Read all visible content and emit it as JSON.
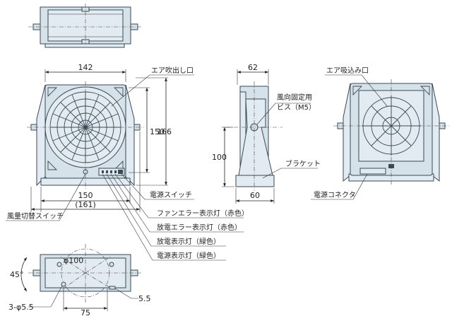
{
  "dimensions": {
    "front_width": "142",
    "front_height": "150",
    "front_total_height": "166",
    "base_width": "150",
    "base_total_width": "(161)",
    "side_width": "62",
    "side_height": "100",
    "side_base": "60",
    "bottom_hole_pcd": "φ100",
    "bottom_angle": "45°",
    "bottom_holes": "3-φ5.5",
    "bottom_pitch": "75",
    "bottom_slot": "5.5"
  },
  "labels": {
    "air_outlet": "エア吹出し口",
    "power_switch": "電源スイッチ",
    "fan_error_lamp": "ファンエラー表示灯（赤色）",
    "discharge_error_lamp": "放電エラー表示灯（赤色）",
    "discharge_lamp": "放電表示灯（緑色）",
    "power_lamp": "電源表示灯（緑色）",
    "airflow_switch": "風量切替スイッチ",
    "airflow_screw_line1": "風向固定用",
    "airflow_screw_line2": "ビス（M5）",
    "bracket": "ブラケット",
    "air_inlet": "エア吸込み口",
    "power_connector": "電源コネクタ"
  }
}
